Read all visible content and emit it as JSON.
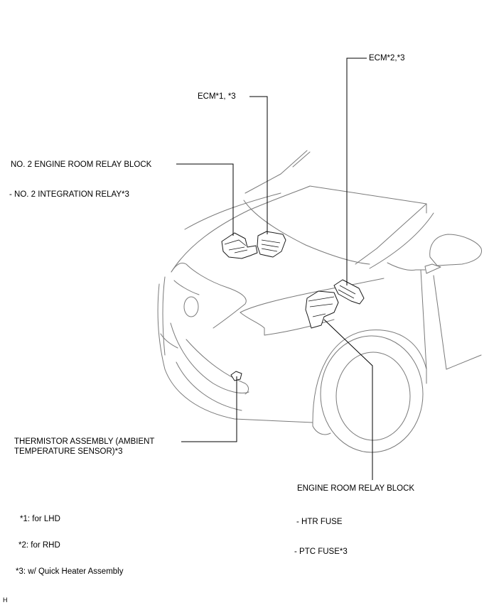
{
  "labels": {
    "ecm_rhd": "ECM*2,*3",
    "ecm_lhd": "ECM*1, *3",
    "relay_block_2": "NO. 2 ENGINE ROOM RELAY BLOCK",
    "integration_relay": "- NO. 2 INTEGRATION RELAY*3",
    "thermistor_line1": "THERMISTOR ASSEMBLY (AMBIENT",
    "thermistor_line2": "TEMPERATURE SENSOR)*3",
    "relay_block": "ENGINE ROOM RELAY BLOCK",
    "htr_fuse": "- HTR FUSE",
    "ptc_fuse": "- PTC FUSE*3"
  },
  "notes": {
    "n1": "*1: for LHD",
    "n2": "*2: for RHD",
    "n3": "*3: w/ Quick Heater Assembly"
  },
  "corner_code": "H"
}
